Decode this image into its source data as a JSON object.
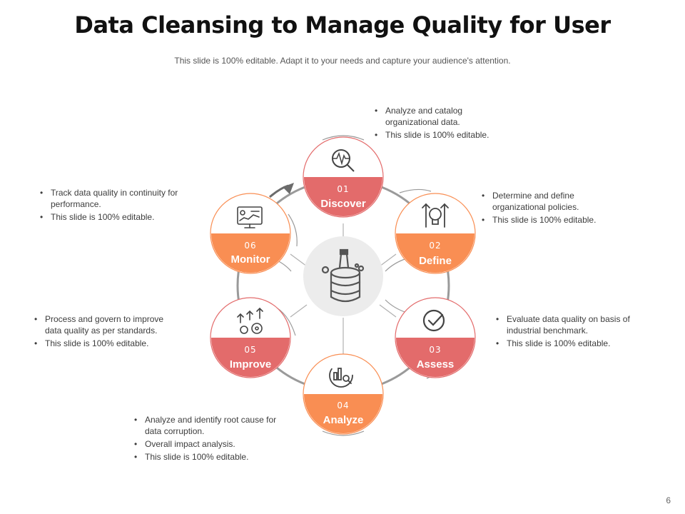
{
  "title": "Data Cleansing to Manage Quality for User",
  "subtitle": "This slide is 100% editable. Adapt it to your needs and capture your audience's attention.",
  "page_number": "6",
  "colors": {
    "red": "#e36b6b",
    "orange": "#f98e53",
    "ring": "#9a9a9a",
    "hub": "#ececec"
  },
  "center": {
    "icon": "paint-brush-database-icon"
  },
  "nodes": [
    {
      "num": "01",
      "label": "Discover",
      "icon": "magnifier-pulse-icon",
      "color": "red",
      "bullets": [
        "Analyze and catalog organizational data.",
        "This slide is 100% editable."
      ]
    },
    {
      "num": "02",
      "label": "Define",
      "icon": "lightbulb-arrows-icon",
      "color": "orange",
      "bullets": [
        "Determine and define organizational policies.",
        "This slide is 100% editable."
      ]
    },
    {
      "num": "03",
      "label": "Assess",
      "icon": "check-circle-icon",
      "color": "red",
      "bullets": [
        "Evaluate data quality on basis of industrial benchmark.",
        "This slide is 100% editable."
      ]
    },
    {
      "num": "04",
      "label": "Analyze",
      "icon": "chart-magnifier-icon",
      "color": "orange",
      "bullets": [
        "Analyze and identify root cause for data corruption.",
        "Overall impact analysis.",
        "This slide is 100% editable."
      ]
    },
    {
      "num": "05",
      "label": "Improve",
      "icon": "gears-arrows-icon",
      "color": "red",
      "bullets": [
        "Process and govern to improve data quality as per standards.",
        "This slide is 100% editable."
      ]
    },
    {
      "num": "06",
      "label": "Monitor",
      "icon": "monitor-dashboard-icon",
      "color": "orange",
      "bullets": [
        "Track data quality in continuity for performance.",
        "This slide is 100% editable."
      ]
    }
  ]
}
